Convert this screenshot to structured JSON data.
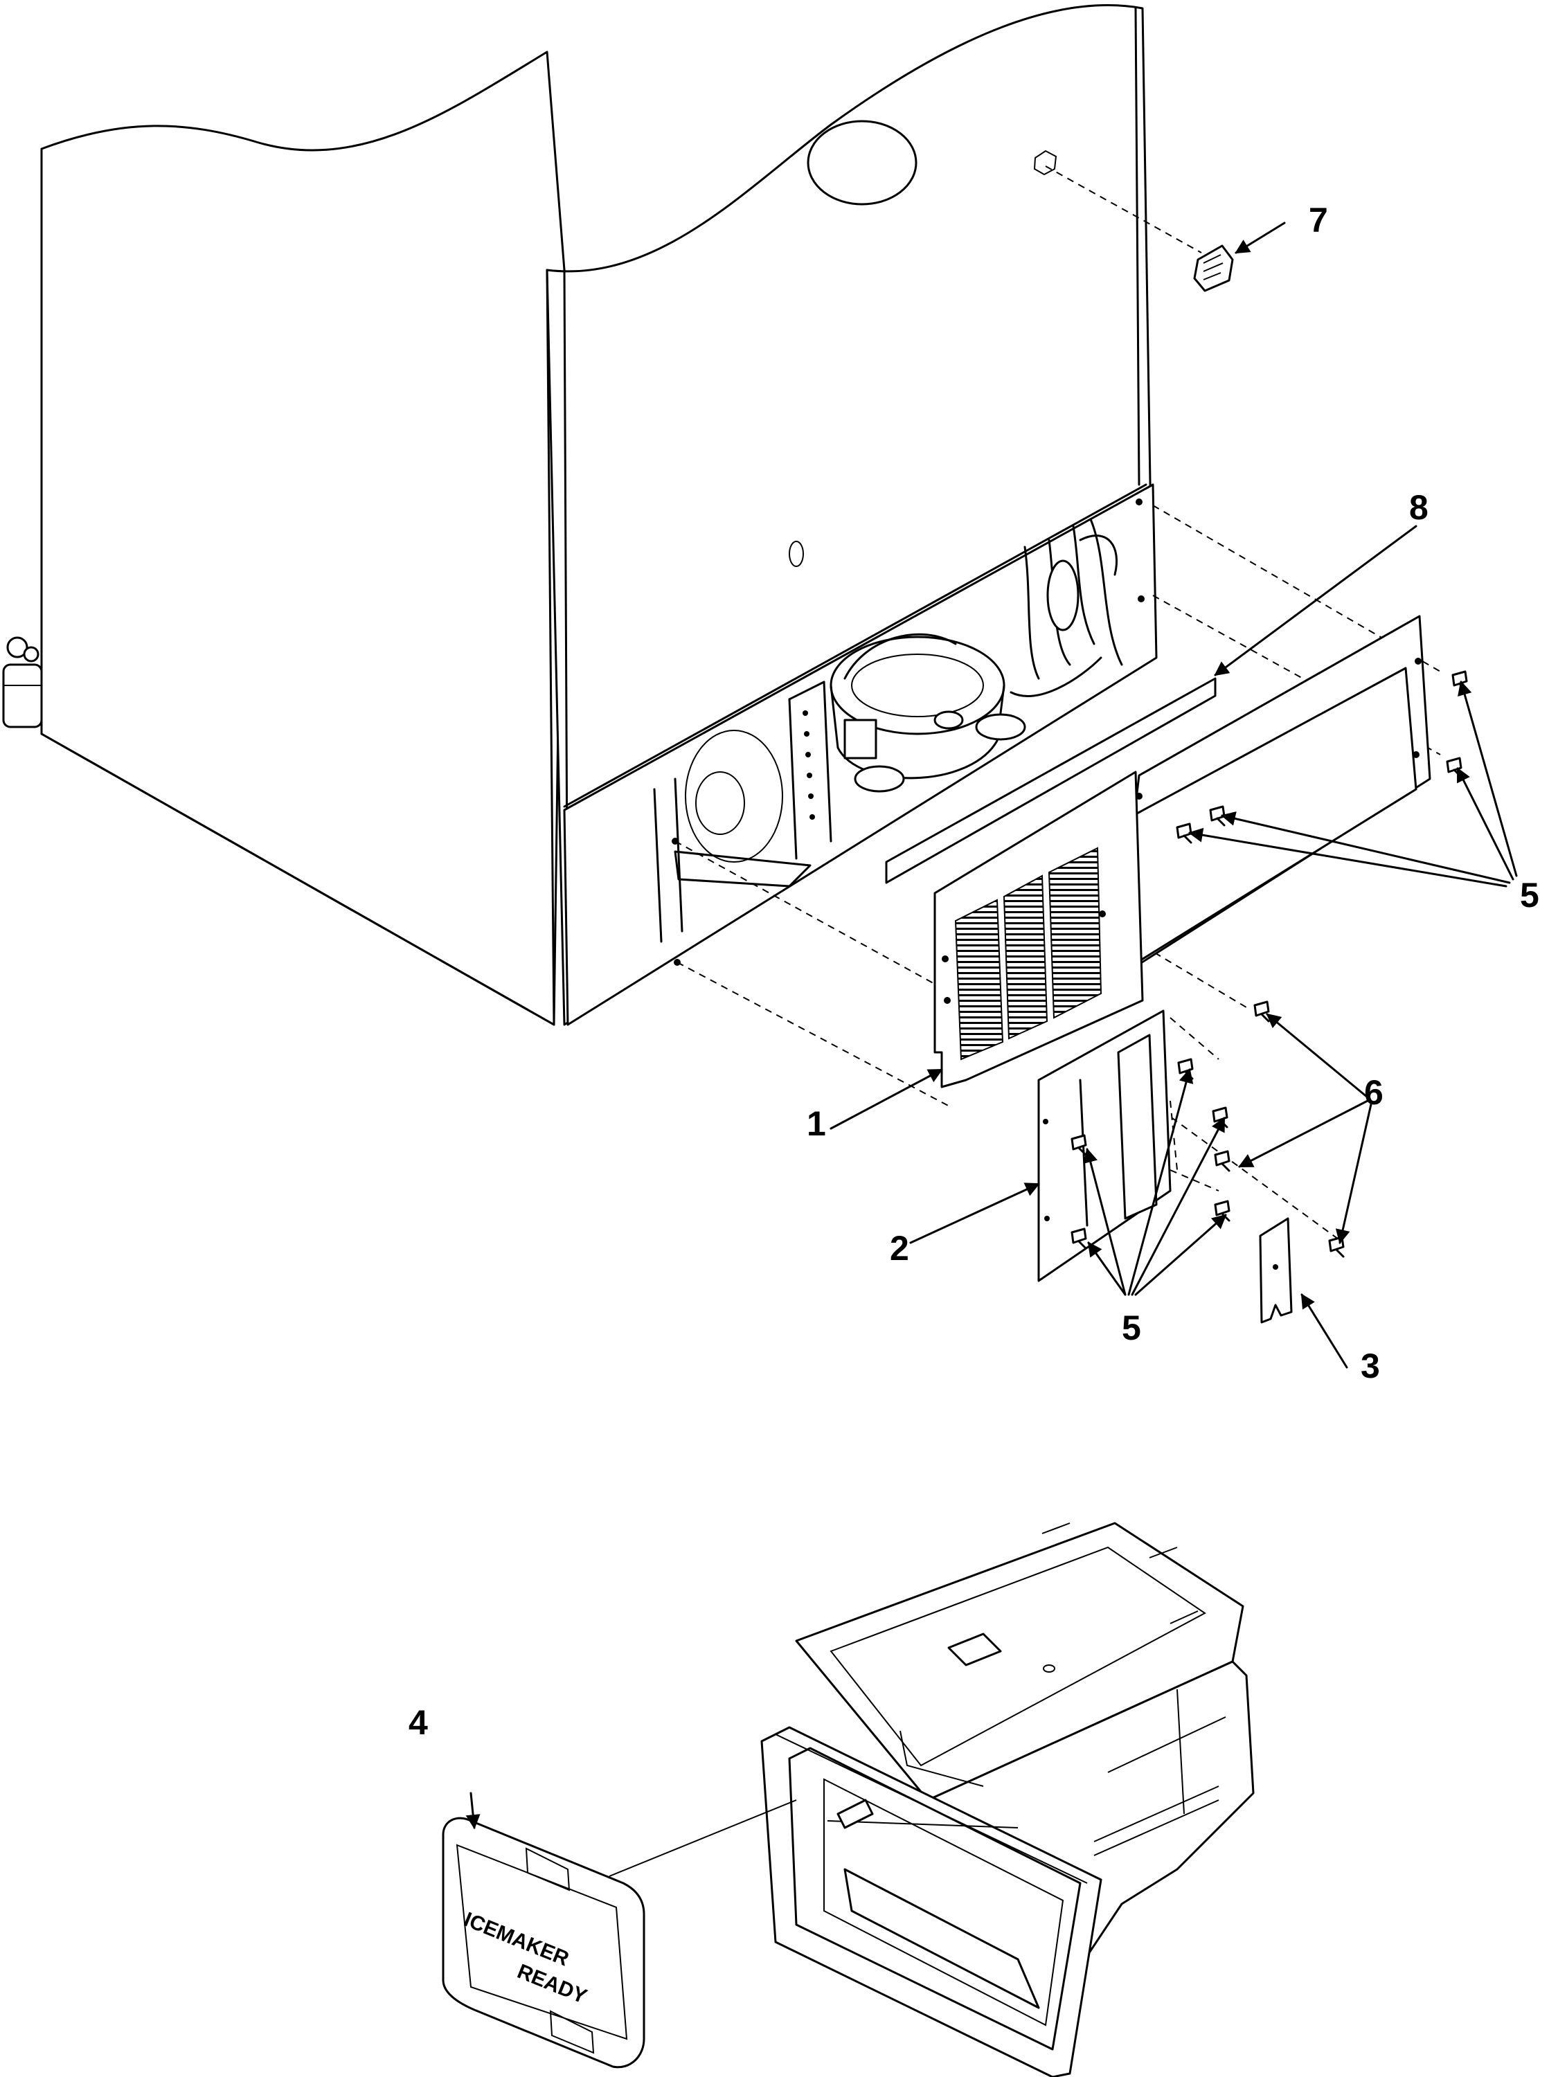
{
  "callouts": [
    {
      "id": "1",
      "label": "1"
    },
    {
      "id": "2",
      "label": "2"
    },
    {
      "id": "3",
      "label": "3"
    },
    {
      "id": "4",
      "label": "4"
    },
    {
      "id": "5a",
      "label": "5"
    },
    {
      "id": "5b",
      "label": "5"
    },
    {
      "id": "6",
      "label": "6"
    },
    {
      "id": "7",
      "label": "7"
    },
    {
      "id": "8",
      "label": "8"
    }
  ],
  "plug_text": {
    "line1": "ICEMAKER",
    "line2": "READY"
  }
}
